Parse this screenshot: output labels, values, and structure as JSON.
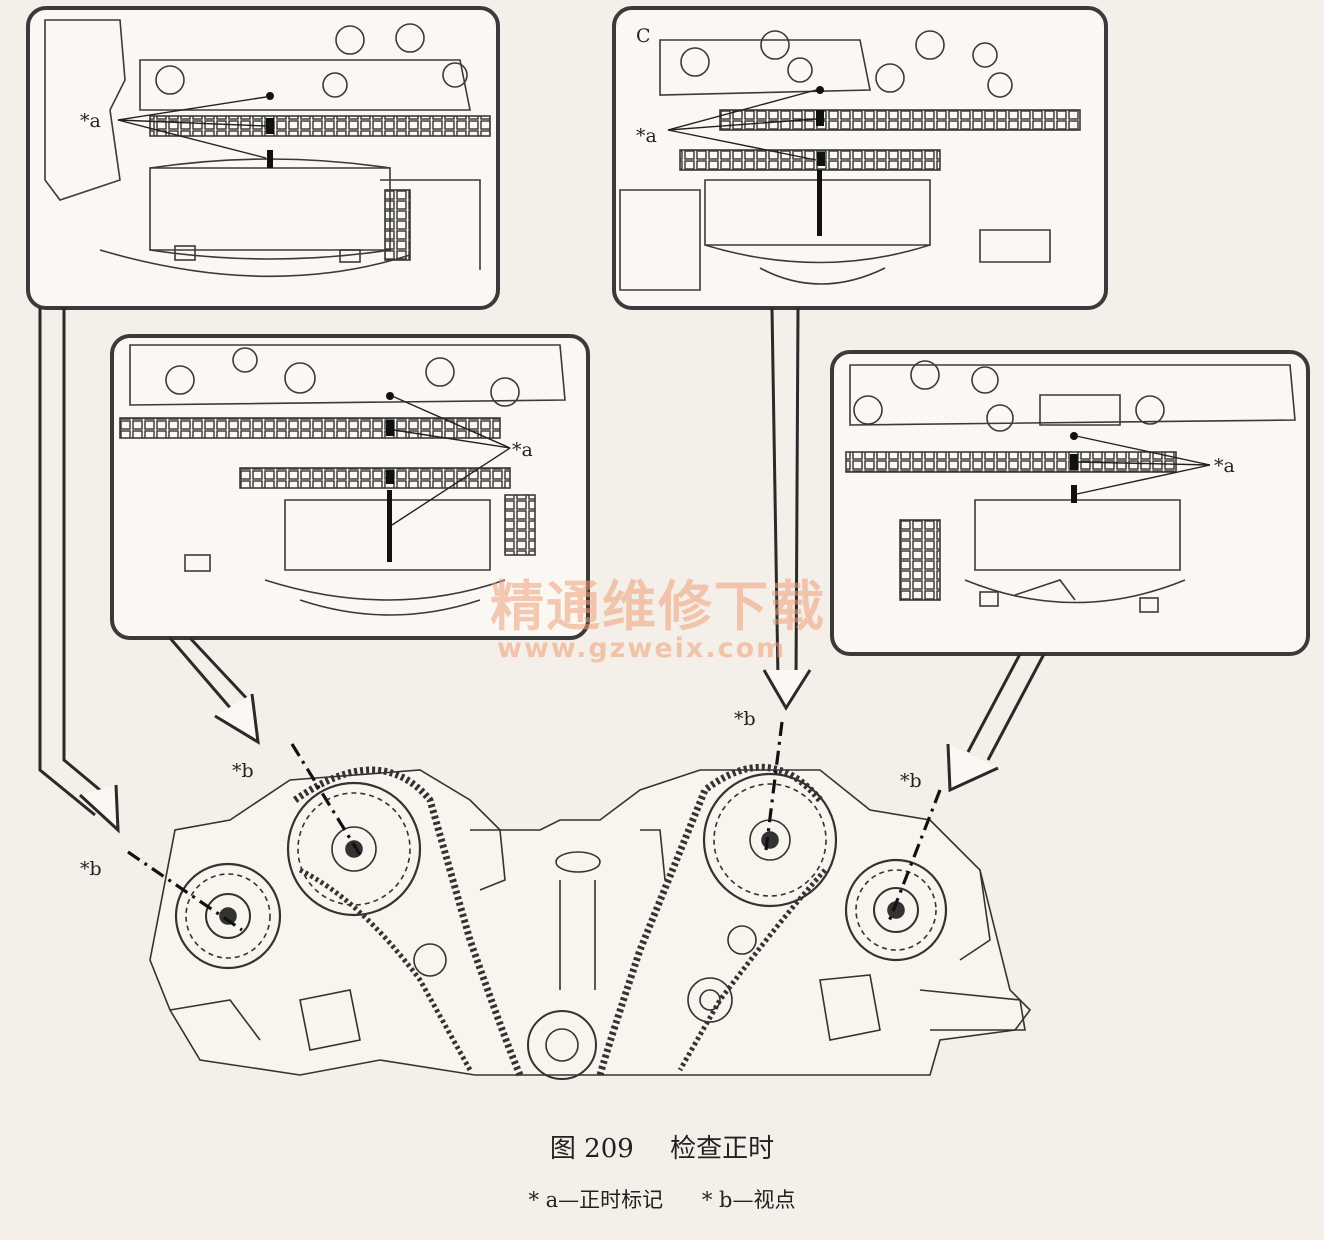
{
  "labels": {
    "a": "*a",
    "b": "*b"
  },
  "watermark": {
    "cn": "精通维修下载",
    "url": "www.gzweix.com",
    "color": "#f0a07a"
  },
  "caption": {
    "figure_number": "图 209",
    "title": "检查正时",
    "legend_a": "* a—正时标记",
    "legend_b": "* b—视点"
  },
  "inset_c_letter": "C",
  "colors": {
    "background": "#f4efe8",
    "line": "#3a3a3a"
  }
}
